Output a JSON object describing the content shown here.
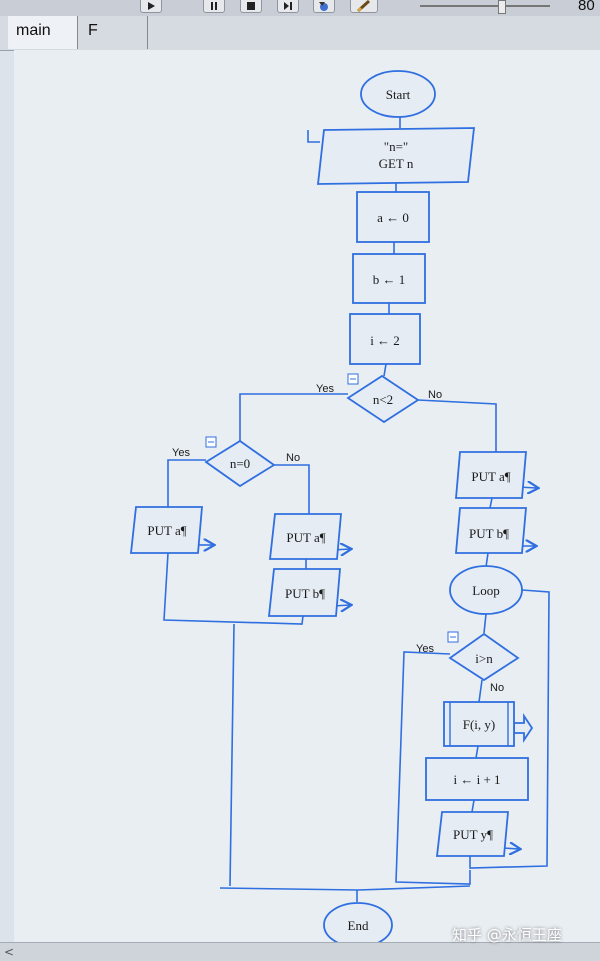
{
  "toolbar": {
    "buttons": [
      "play-icon",
      "pause-icon",
      "stop-icon",
      "step-icon",
      "step-into-icon",
      "pen-icon"
    ],
    "zoom_label": "80"
  },
  "tabs": [
    {
      "label": "main",
      "active": true
    },
    {
      "label": "F",
      "active": false
    }
  ],
  "flowchart": {
    "start": "Start",
    "input_prompt": "\"n=\"",
    "input_get": "GET n",
    "assign_a": "a ← 0",
    "assign_b": "b ← 1",
    "assign_i": "i ← 2",
    "cond_n_lt_2": "n<2",
    "yes": "Yes",
    "no": "No",
    "cond_n_eq_0": "n=0",
    "put_a": "PUT a¶",
    "put_b": "PUT b¶",
    "loop": "Loop",
    "cond_i_gt_n": "i>n",
    "call_f": "F(i, y)",
    "incr_i": "i ← i + 1",
    "put_y": "PUT y¶",
    "end": "End"
  },
  "watermark": "知乎 @永恒王座",
  "colors": {
    "flow_line": "#2f6fe0",
    "shape_fill": "#e6ecf4",
    "canvas_bg": "#e9eef3"
  }
}
